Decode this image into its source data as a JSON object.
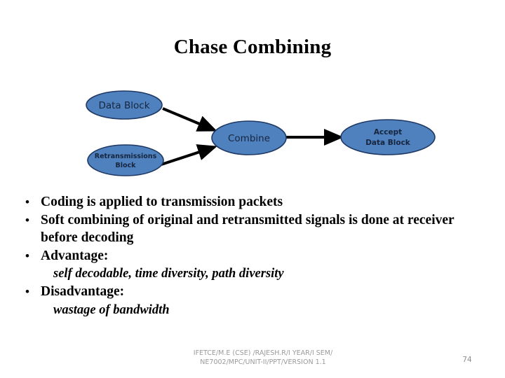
{
  "slide": {
    "title": "Chase Combining",
    "page_number": "74",
    "footer_line1": "IFETCE/M.E (CSE) /RAJESH.R/I YEAR/I SEM/",
    "footer_line2": "NE7002/MPC/UNIT-II/PPT/VERSION 1.1",
    "background": "#FFFFFF"
  },
  "diagram": {
    "node_fill": "#4E81BD",
    "node_stroke": "#1F3864",
    "arrow_color": "#000000",
    "nodes": [
      {
        "id": "data-block",
        "label": "Data Block",
        "label_line2": ""
      },
      {
        "id": "retransmissions-block",
        "label": "Retransmissions",
        "label_line2": "Block"
      },
      {
        "id": "combine",
        "label": "Combine",
        "label_line2": ""
      },
      {
        "id": "accept-data-block",
        "label": "Accept",
        "label_line2": "Data Block"
      }
    ],
    "edges": [
      {
        "from": "data-block",
        "to": "combine"
      },
      {
        "from": "retransmissions-block",
        "to": "combine"
      },
      {
        "from": "combine",
        "to": "accept-data-block"
      }
    ]
  },
  "body": {
    "bullet_mark": "•",
    "items": [
      {
        "text": "Coding is applied to transmission packets",
        "sub": ""
      },
      {
        "text": "Soft combining of original and retransmitted signals is done at receiver before decoding",
        "sub": ""
      },
      {
        "text": "Advantage:",
        "sub": "self decodable, time diversity, path diversity"
      },
      {
        "text": "Disadvantage:",
        "sub": "wastage of bandwidth"
      }
    ]
  }
}
